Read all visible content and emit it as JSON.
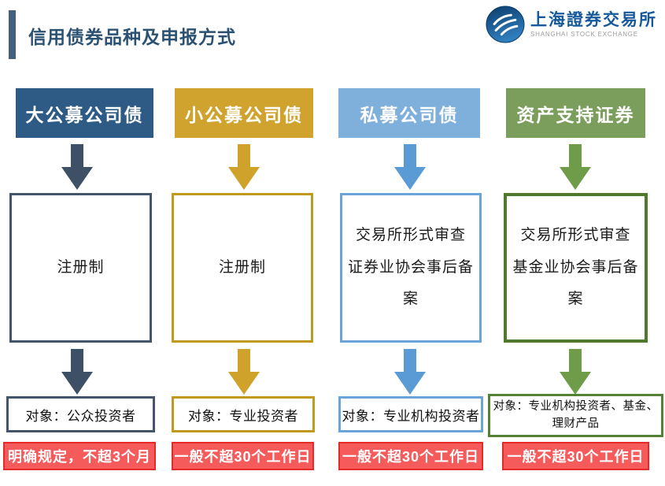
{
  "title": "信用债券品种及申报方式",
  "logo": {
    "name": "上海證券交易所",
    "subtitle": "SHANGHAI STOCK EXCHANGE"
  },
  "colors": {
    "title_text": "#2B5172",
    "title_bar": "#44607F",
    "col1_header_bg": "#2E5B85",
    "col1_accent": "#3E5066",
    "col2_header_bg": "#CFA32E",
    "col2_accent": "#C09A1F",
    "col3_header_bg": "#7FB0DC",
    "col3_accent": "#5B9BD5",
    "col4_header_bg": "#7C9E5C",
    "col4_accent": "#538135",
    "deadline_bg": "#F55B5B",
    "deadline_border": "#E52A2A",
    "logo_blue": "#15599C"
  },
  "columns": [
    {
      "header": "大公募公司债",
      "arrow_color": "#3E5066",
      "review_lines": [
        "注册制"
      ],
      "target": "对象：公众投资者",
      "timeline": "明确规定，不超3个月"
    },
    {
      "header": "小公募公司债",
      "arrow_color": "#CFA22B",
      "review_lines": [
        "注册制"
      ],
      "target": "对象：专业投资者",
      "timeline": "一般不超30个工作日"
    },
    {
      "header": "私募公司债",
      "arrow_color": "#5B9BD5",
      "review_lines": [
        "交易所形式审查",
        "证券业协会事后备案"
      ],
      "target": "对象：专业机构投资者",
      "timeline": "一般不超30个工作日"
    },
    {
      "header": "资产支持证券",
      "arrow_color": "#6F9C49",
      "review_lines": [
        "交易所形式审查",
        "基金业协会事后备案"
      ],
      "target": "对象：专业机构投资者、基金、理财产品",
      "timeline": "一般不超30个工作日"
    }
  ]
}
